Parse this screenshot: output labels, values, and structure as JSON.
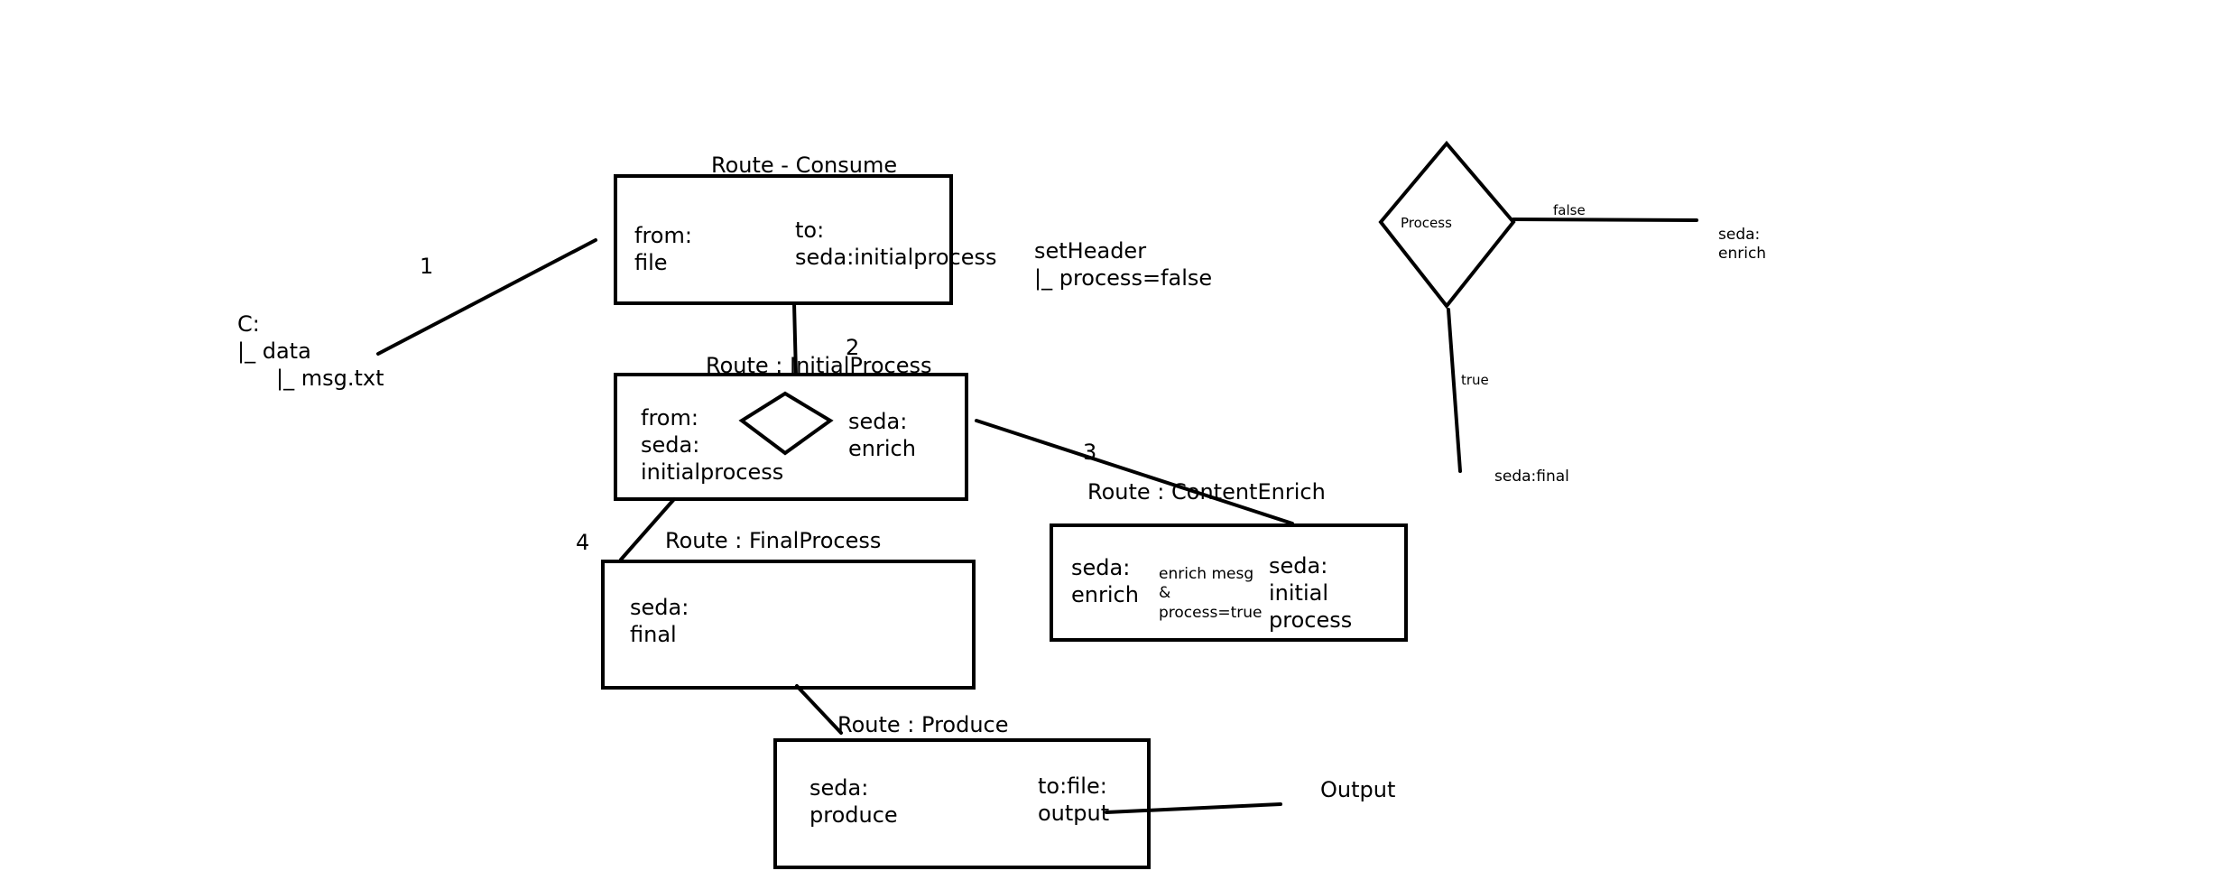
{
  "colors": {
    "ink": "#000000",
    "background": "#ffffff"
  },
  "filesystem": {
    "drive": "C:",
    "folder": "|_ data",
    "file": "|_ msg.txt"
  },
  "steps": {
    "one": "1",
    "two": "2",
    "three": "3",
    "four": "4"
  },
  "consume": {
    "title": "Route - Consume",
    "from_line1": "from:",
    "from_line2": "file",
    "to_line1": "to:",
    "to_line2": "seda:initialprocess"
  },
  "set_header": {
    "line1": "setHeader",
    "line2": "|_ process=false"
  },
  "initial_process": {
    "title": "Route : InitialProcess",
    "from_line1": "from:",
    "from_line2": "seda:",
    "from_line3": "initialprocess",
    "to_line1": "seda:",
    "to_line2": "enrich"
  },
  "content_enrich": {
    "title": "Route : ContentEnrich",
    "from_line1": "seda:",
    "from_line2": "enrich",
    "note_line1": "enrich mesg",
    "note_line2": "&",
    "note_line3": "process=true",
    "to_line1": "seda:",
    "to_line2": "initial",
    "to_line3": "process"
  },
  "final_process": {
    "title": "Route : FinalProcess",
    "line1": "seda:",
    "line2": "final"
  },
  "produce": {
    "title": "Route : Produce",
    "from_line1": "seda:",
    "from_line2": "produce",
    "to_line1": "to:file:",
    "to_line2": "output"
  },
  "output": {
    "label": "Output"
  },
  "legend": {
    "decision": "Process",
    "false_label": "false",
    "false_target_line1": "seda:",
    "false_target_line2": "enrich",
    "true_label": "true",
    "true_target": "seda:final"
  }
}
